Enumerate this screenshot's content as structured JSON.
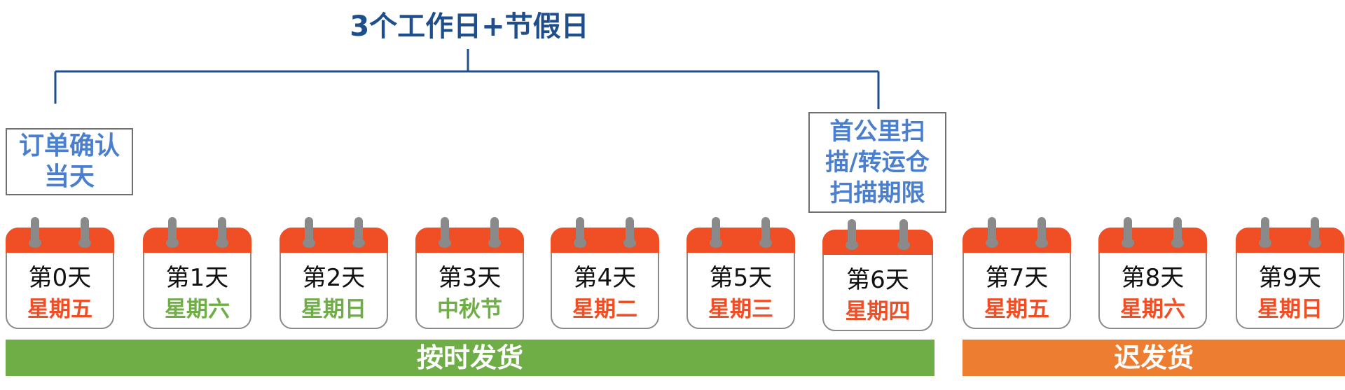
{
  "title": "3个工作日+节假日",
  "callouts": {
    "left": [
      "订单确认",
      "当天"
    ],
    "right": [
      "首公里扫",
      "描/转运仓",
      "扫描期限"
    ]
  },
  "calendars": [
    {
      "day": "第0天",
      "weekday": "星期五",
      "color": "#f04e24"
    },
    {
      "day": "第1天",
      "weekday": "星期六",
      "color": "#6fad46"
    },
    {
      "day": "第2天",
      "weekday": "星期日",
      "color": "#6fad46"
    },
    {
      "day": "第3天",
      "weekday": "中秋节",
      "color": "#6fad46"
    },
    {
      "day": "第4天",
      "weekday": "星期二",
      "color": "#f04e24"
    },
    {
      "day": "第5天",
      "weekday": "星期三",
      "color": "#f04e24"
    },
    {
      "day": "第6天",
      "weekday": "星期四",
      "color": "#f04e24"
    },
    {
      "day": "第7天",
      "weekday": "星期五",
      "color": "#f04e24"
    },
    {
      "day": "第8天",
      "weekday": "星期六",
      "color": "#f04e24"
    },
    {
      "day": "第9天",
      "weekday": "星期日",
      "color": "#f04e24"
    }
  ],
  "bars": {
    "on_time": "按时发货",
    "late": "迟发货"
  },
  "colors": {
    "title": "#1f4e8c",
    "bracket": "#1f4e8c",
    "callout_text": "#4a7fd0",
    "calendar_header": "#f04e24",
    "on_time_bar": "#6fad46",
    "late_bar": "#ed7d31"
  }
}
